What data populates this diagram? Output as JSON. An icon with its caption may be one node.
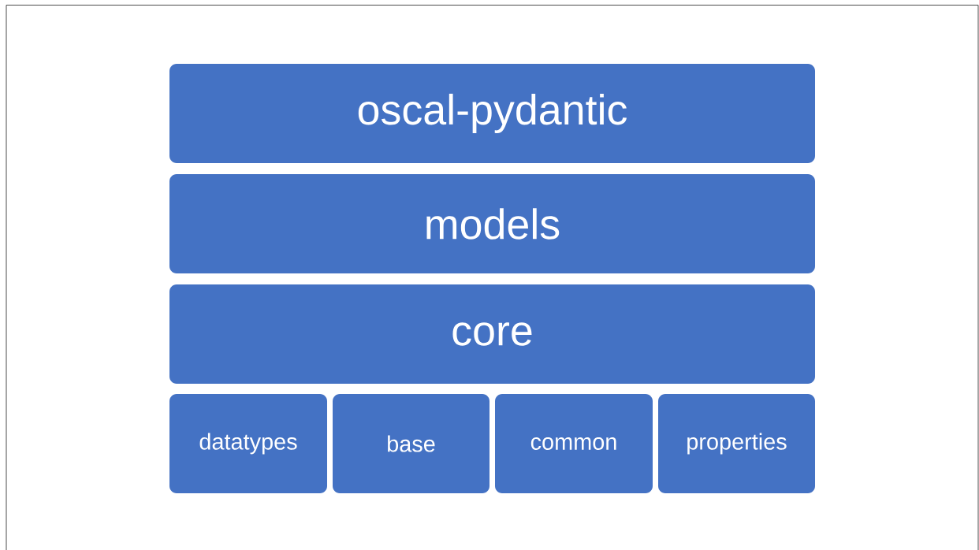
{
  "diagram": {
    "nodes": [
      {
        "text": [
          "oscal-pydantic"
        ]
      },
      {
        "text": [
          "models"
        ]
      },
      {
        "text": [
          "core"
        ]
      },
      {
        "text": [
          "datatypes"
        ]
      },
      {
        "text": [
          "base"
        ]
      },
      {
        "text": [
          "common"
        ]
      },
      {
        "text": [
          "properties"
        ]
      }
    ]
  }
}
